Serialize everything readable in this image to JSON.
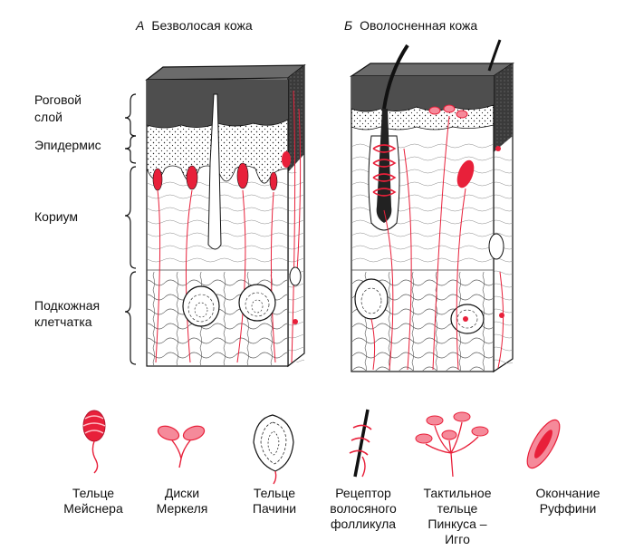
{
  "titles": {
    "a_letter": "А",
    "a_text": "Безволосая кожа",
    "b_letter": "Б",
    "b_text": "Оволосненная кожа"
  },
  "layers": {
    "stratum_line1": "Роговой",
    "stratum_line2": "слой",
    "epidermis": "Эпидермис",
    "dermis": "Кориум",
    "subcutis_line1": "Подкожная",
    "subcutis_line2": "клетчатка"
  },
  "legend": [
    {
      "line1": "Тельце",
      "line2": "Мейснера",
      "line3": ""
    },
    {
      "line1": "Диски",
      "line2": "Меркеля",
      "line3": ""
    },
    {
      "line1": "Тельце",
      "line2": "Пачини",
      "line3": ""
    },
    {
      "line1": "Рецептор",
      "line2": "волосяного",
      "line3": "фолликула"
    },
    {
      "line1": "Тактильное",
      "line2": "тельце",
      "line3": "Пинкуса –",
      "line4": "Игго"
    },
    {
      "line1": "Окончание",
      "line2": "Руффини",
      "line3": ""
    }
  ],
  "colors": {
    "receptor": "#e8203a",
    "receptor_light": "#f58a9a",
    "horny": "#555555",
    "outline": "#111111"
  }
}
